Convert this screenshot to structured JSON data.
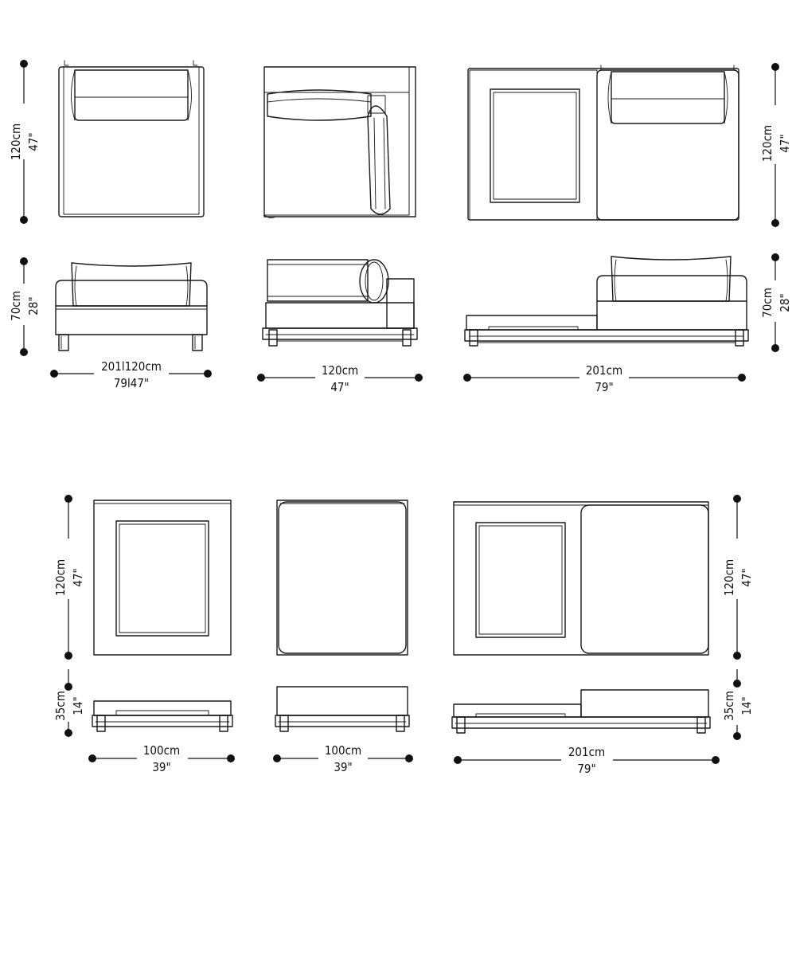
{
  "dimensions": {
    "r1_plan1_h": {
      "cm": "120cm",
      "in": "47\""
    },
    "r1_side1_h": {
      "cm": "70cm",
      "in": "28\""
    },
    "r1_w1": {
      "cm": "201l120cm",
      "in": "79l47\""
    },
    "r1_w2": {
      "cm": "120cm",
      "in": "47\""
    },
    "r1_w3": {
      "cm": "201cm",
      "in": "79\""
    },
    "r1_plan3_h": {
      "cm": "120cm",
      "in": "47\""
    },
    "r1_side3_h": {
      "cm": "70cm",
      "in": "28\""
    },
    "r2_plan1_h": {
      "cm": "120cm",
      "in": "47\""
    },
    "r2_side1_h": {
      "cm": "35cm",
      "in": "14\""
    },
    "r2_w1": {
      "cm": "100cm",
      "in": "39\""
    },
    "r2_w2": {
      "cm": "100cm",
      "in": "39\""
    },
    "r2_w3": {
      "cm": "201cm",
      "in": "79\""
    },
    "r2_plan3_h": {
      "cm": "120cm",
      "in": "47\""
    },
    "r2_side3_h": {
      "cm": "35cm",
      "in": "14\""
    }
  }
}
